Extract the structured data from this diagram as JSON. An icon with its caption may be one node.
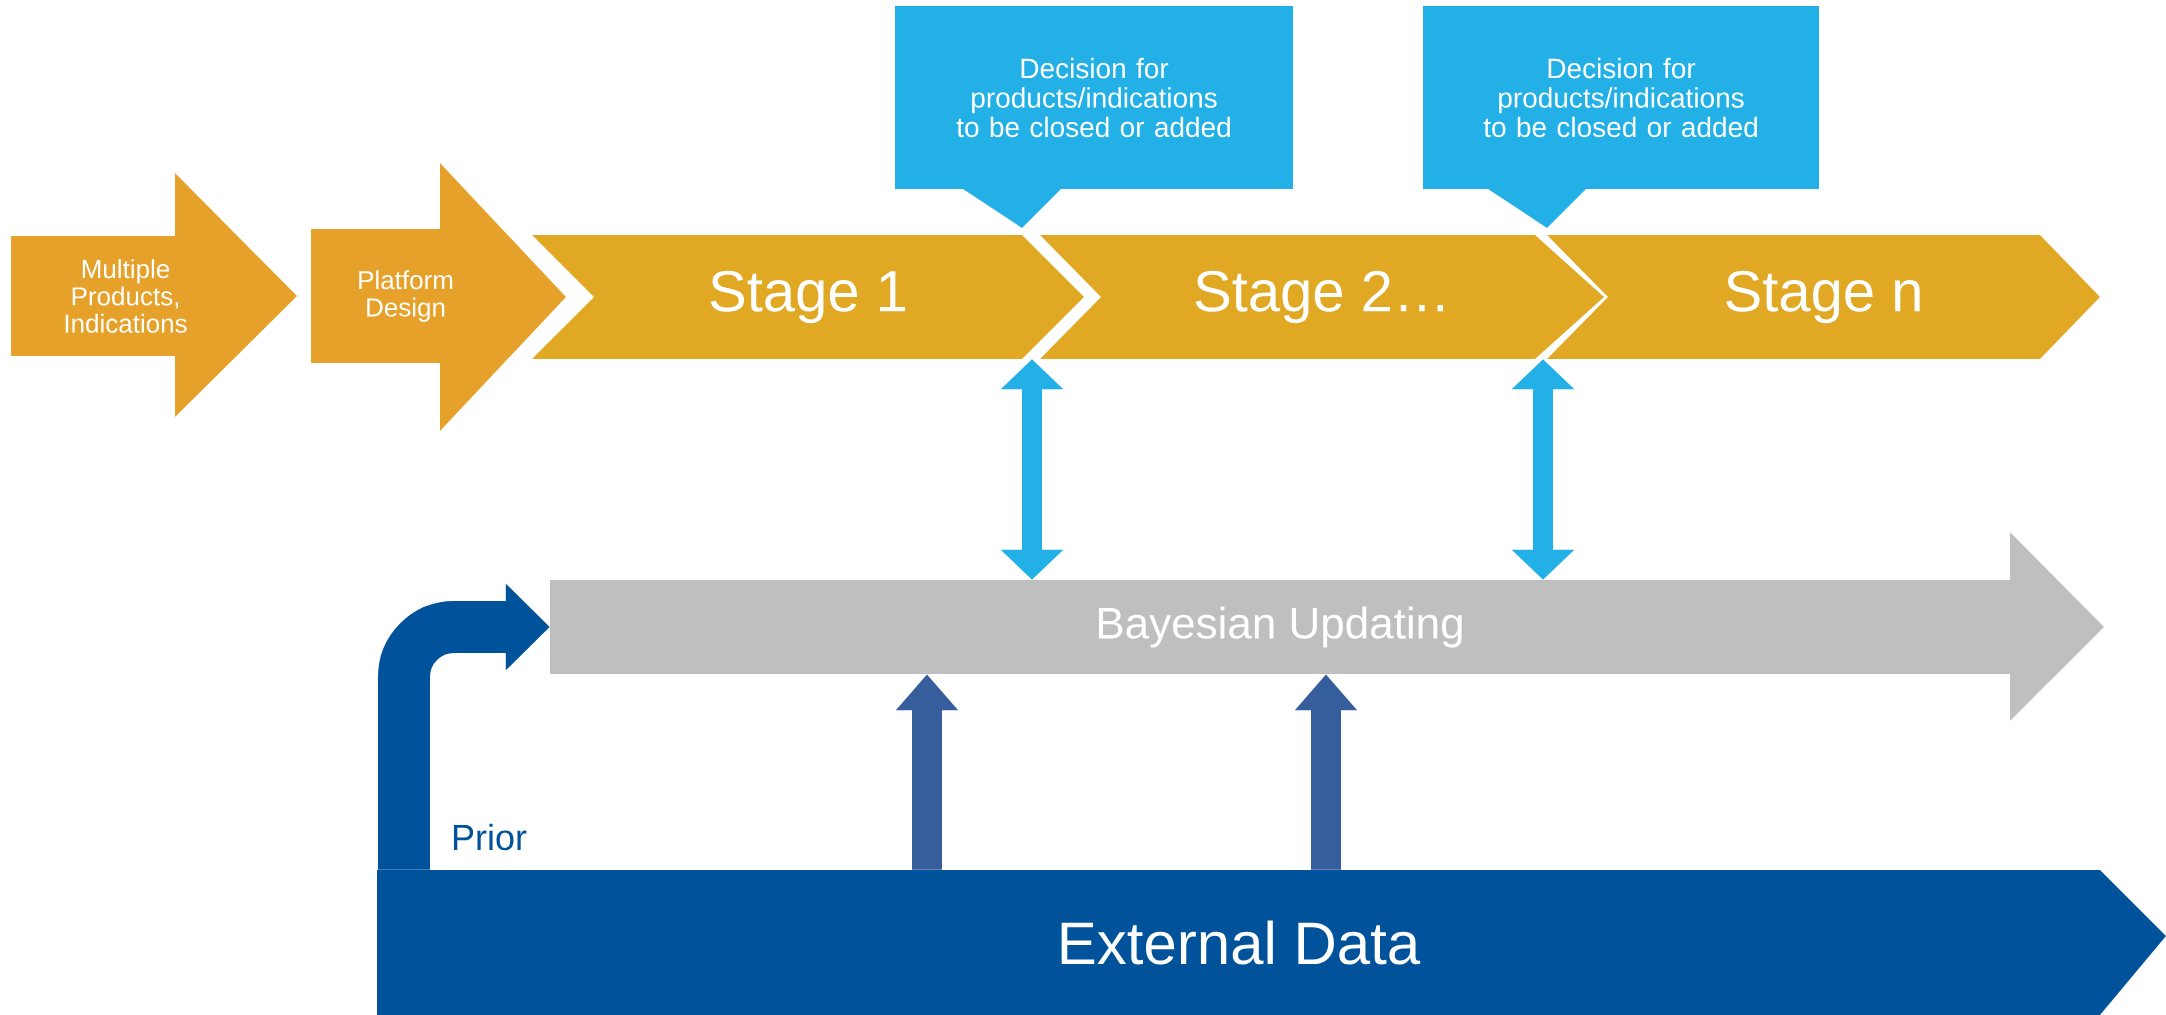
{
  "diagram": {
    "nodes": [
      {
        "text": [
          "Multiple Products, Indications"
        ]
      },
      {
        "text": [
          "Platform Design"
        ]
      },
      {
        "text": [
          "Stage 1"
        ]
      },
      {
        "text": [
          "Stage 2…"
        ]
      },
      {
        "text": [
          "Stage n"
        ]
      },
      {
        "text": [
          "Decision for products/indications to be closed or added"
        ]
      },
      {
        "text": [
          "Decision for products/indications to be closed or added"
        ]
      },
      {
        "text": [
          "Bayesian Updating"
        ]
      },
      {
        "text": [
          "External Data"
        ]
      }
    ],
    "edges": [
      {
        "from": 2,
        "to": 7,
        "arrow": "both",
        "color": "#22b0e6"
      },
      {
        "from": 3,
        "to": 7,
        "arrow": "both",
        "color": "#22b0e6"
      },
      {
        "from": 8,
        "to": 7,
        "arrow": "to",
        "color": "#365d9c"
      },
      {
        "from": 8,
        "to": 7,
        "arrow": "to",
        "color": "#365d9c"
      },
      {
        "from": 8,
        "to": 7,
        "arrow": "to",
        "label": "Prior",
        "color": "#00529b"
      }
    ]
  }
}
